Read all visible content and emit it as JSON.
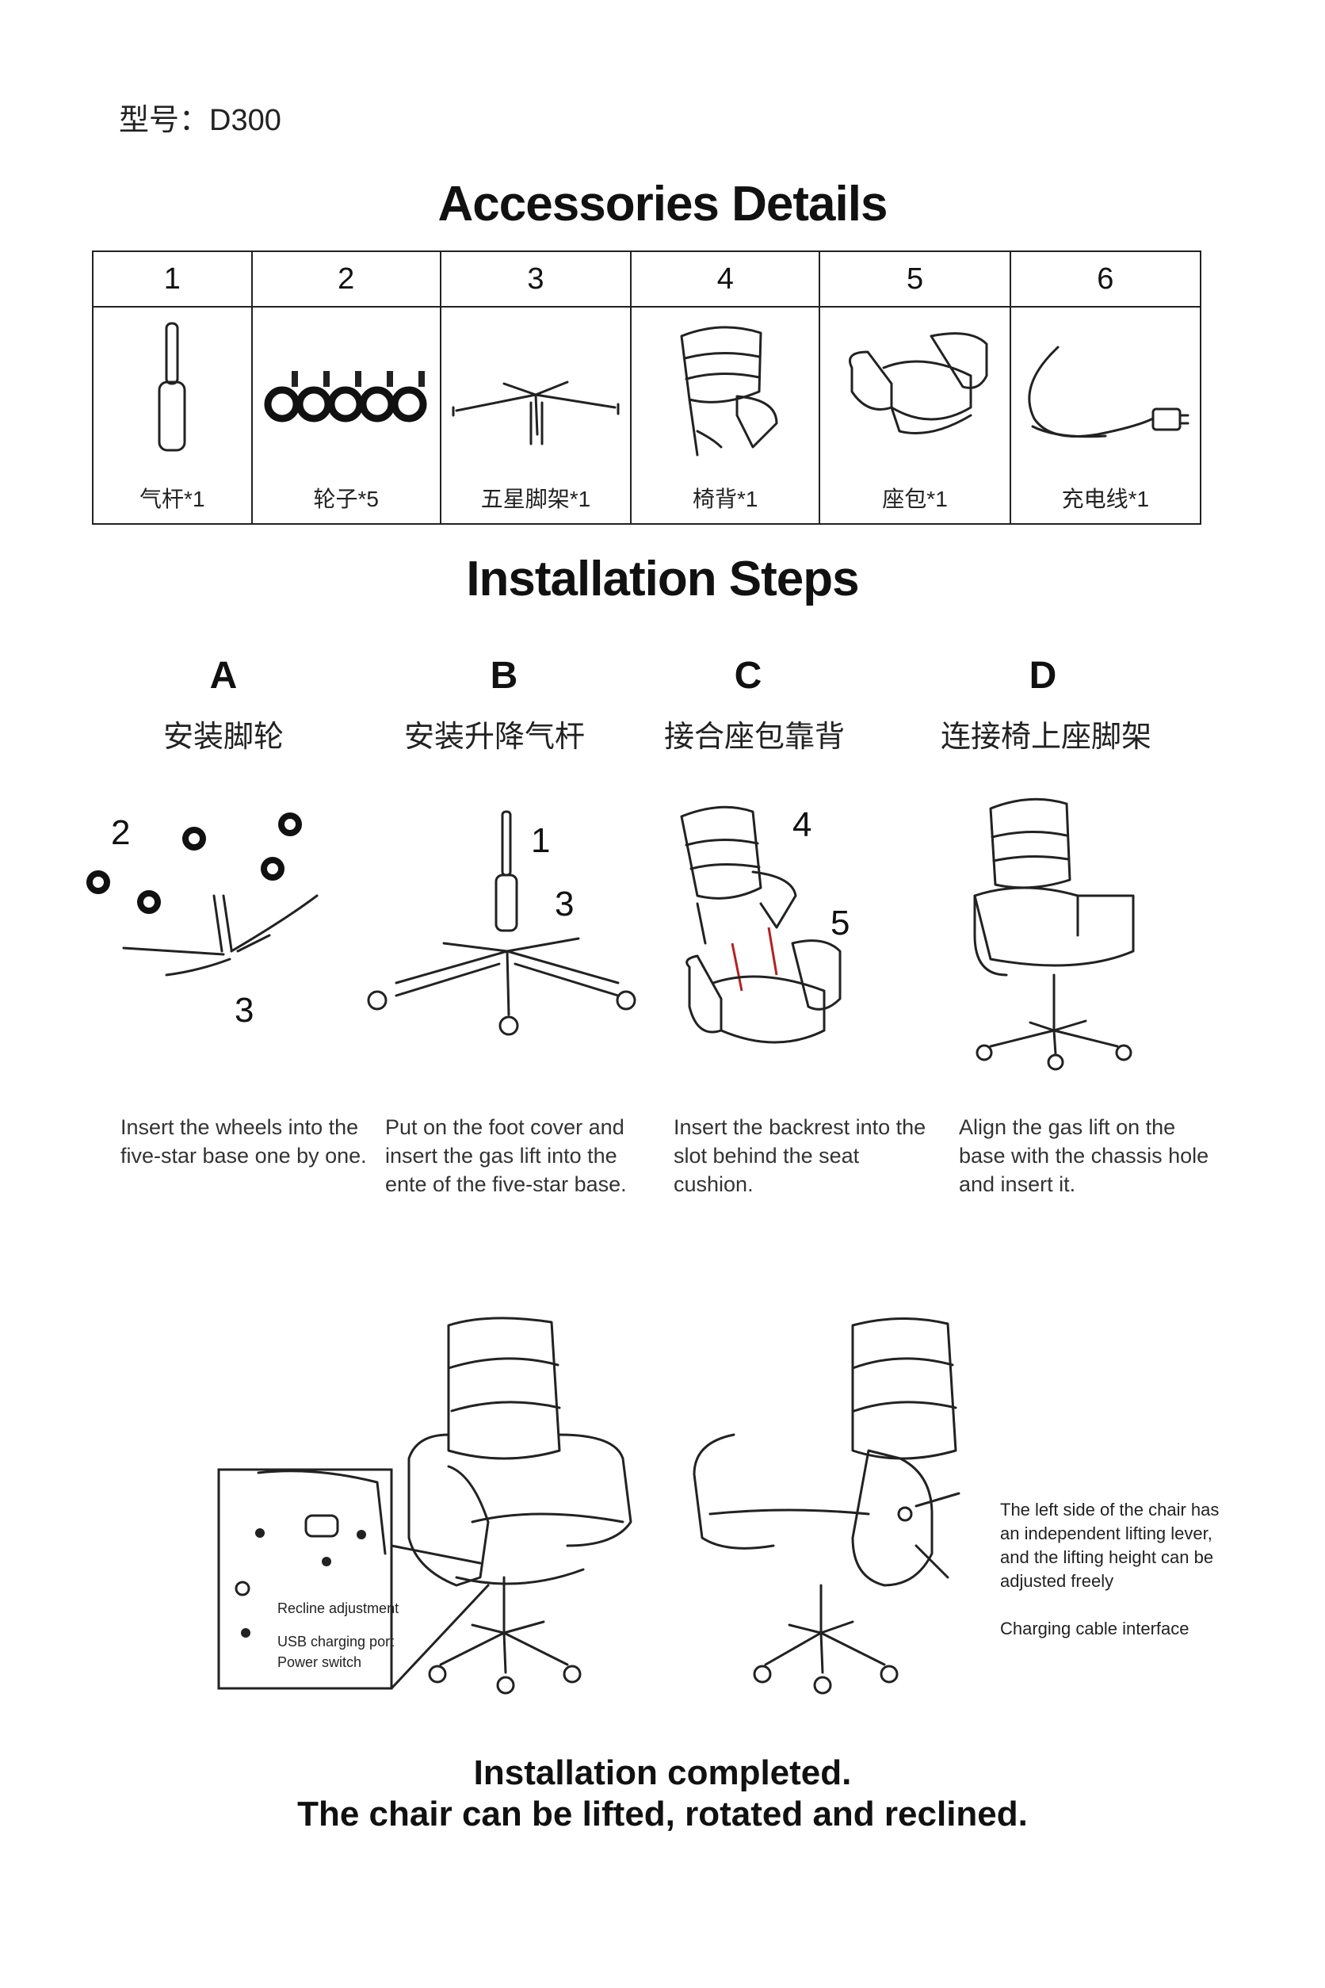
{
  "model": "型号：D300",
  "accessories": {
    "title": "Accessories Details",
    "items": [
      {
        "num": "1",
        "label": "气杆*1",
        "icon": "gas-lift-icon"
      },
      {
        "num": "2",
        "label": "轮子*5",
        "icon": "wheels-icon"
      },
      {
        "num": "3",
        "label": "五星脚架*1",
        "icon": "five-star-base-icon"
      },
      {
        "num": "4",
        "label": "椅背*1",
        "icon": "backrest-icon"
      },
      {
        "num": "5",
        "label": "座包*1",
        "icon": "seat-cushion-icon"
      },
      {
        "num": "6",
        "label": "充电线*1",
        "icon": "charging-cable-icon"
      }
    ]
  },
  "installation": {
    "title": "Installation Steps",
    "steps": [
      {
        "letter": "A",
        "cn": "安装脚轮",
        "desc": "Insert the wheels into the five-star base one by one.",
        "numbers": [
          "2",
          "3"
        ]
      },
      {
        "letter": "B",
        "cn": "安装升降气杆",
        "desc": "Put on the foot cover and insert the gas lift into the ente of the five-star base.",
        "numbers": [
          "1",
          "3"
        ]
      },
      {
        "letter": "C",
        "cn": "接合座包靠背",
        "desc": "Insert the backrest into the slot behind the seat cushion.",
        "numbers": [
          "4",
          "5"
        ]
      },
      {
        "letter": "D",
        "cn": "连接椅上座脚架",
        "desc": "Align the gas lift on the base with the chassis hole and insert it.",
        "numbers": []
      }
    ]
  },
  "callouts": {
    "left": [
      "Recline adjustment",
      "USB charging port",
      "Power switch"
    ],
    "right_lever": "The left side of the chair has an independent lifting lever, and the lifting height can be adjusted freely",
    "right_cable": "Charging cable interface"
  },
  "completed": {
    "line1": "Installation completed.",
    "line2": "The chair can be lifted, rotated and reclined."
  }
}
